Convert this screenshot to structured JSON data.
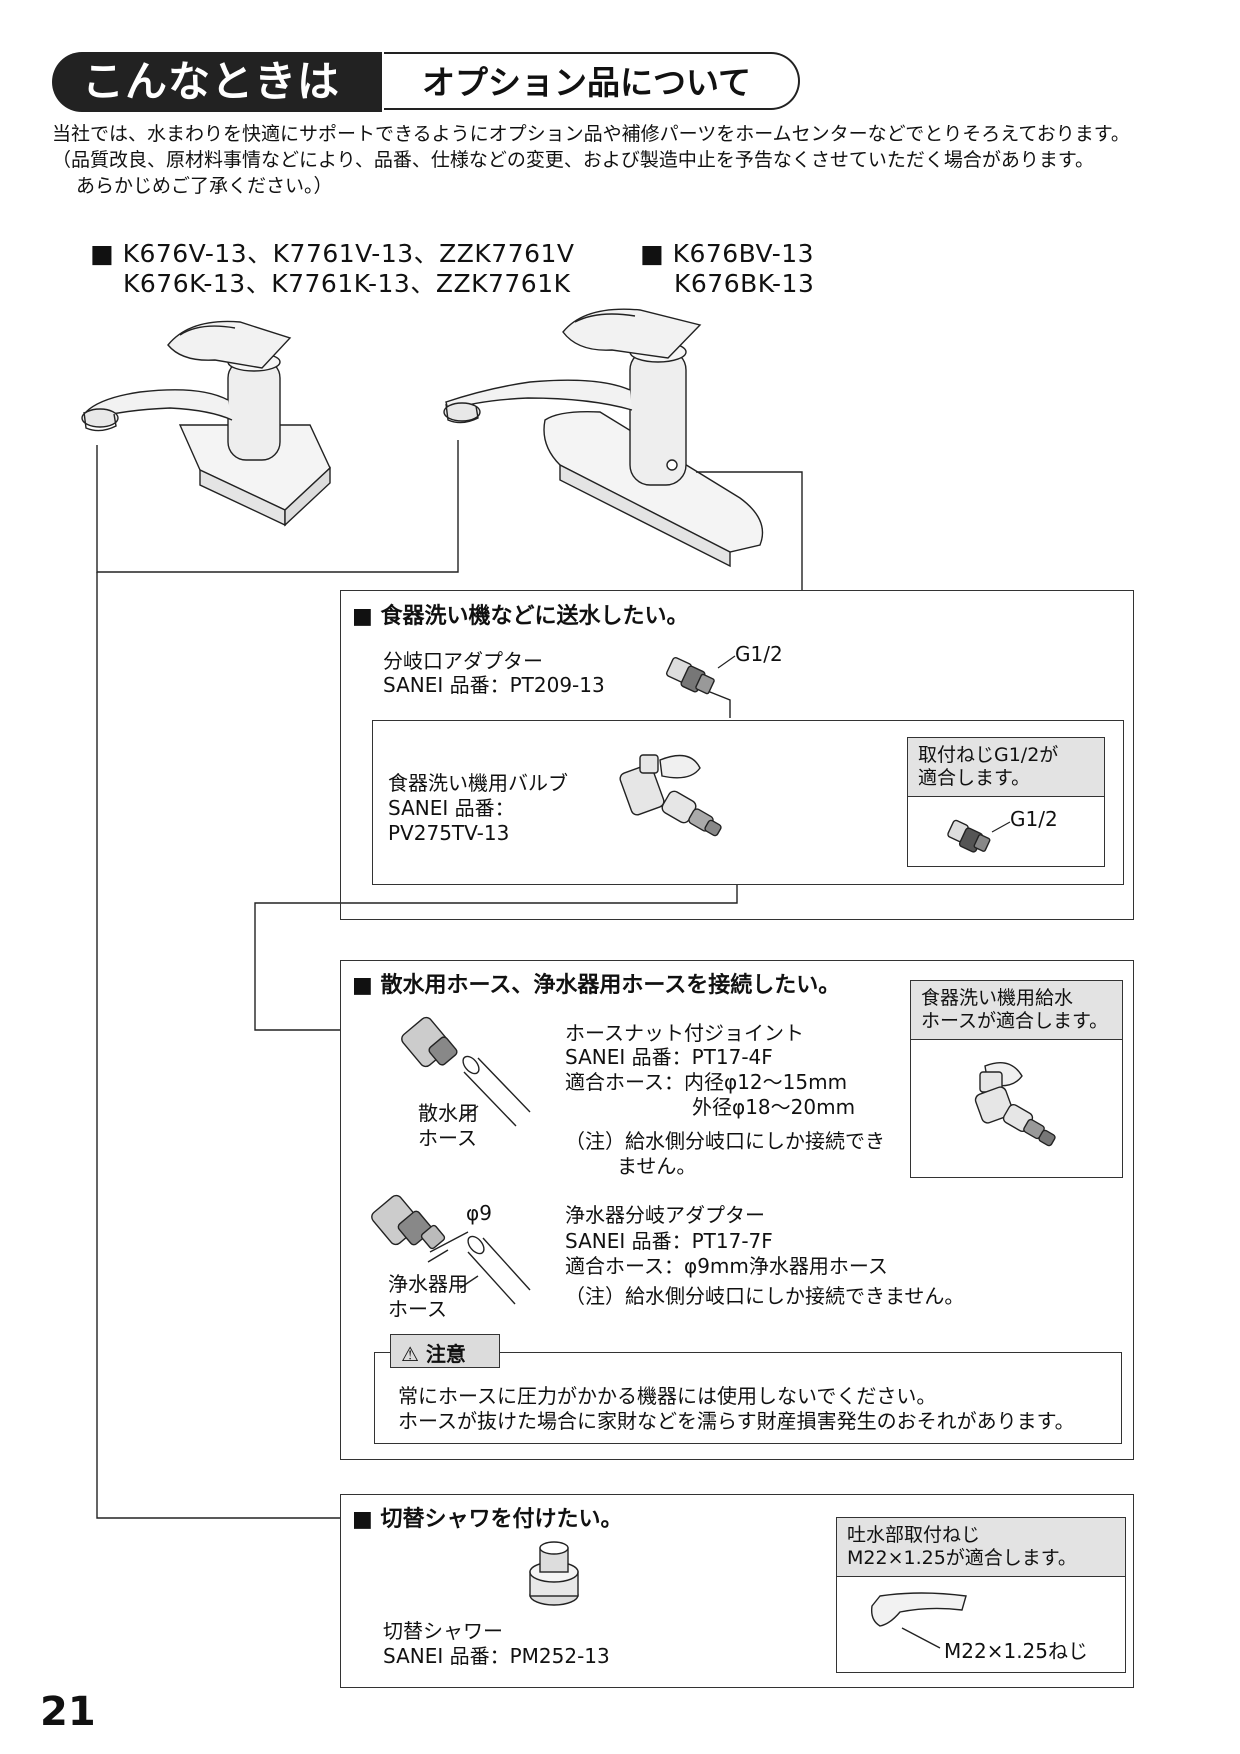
{
  "header": {
    "title_left": "こんなときは",
    "title_right": "オプション品について"
  },
  "intro": {
    "line1": "当社では、水まわりを快適にサポートできるようにオプション品や補修パーツをホームセンターなどでとりそろえております。",
    "line2": "（品質改良、原材料事情などにより、品番、仕様などの変更、および製造中止を予告なくさせていただく場合があります。",
    "line3": "あらかじめご了承ください。）"
  },
  "models": {
    "group1_line1": "■ K676V-13、K7761V-13、ZZK7761V",
    "group1_line2": "K676K-13、K7761K-13、ZZK7761K",
    "group2_line1": "■ K676BV-13",
    "group2_line2": "K676BK-13"
  },
  "section1": {
    "title": "■ 食器洗い機などに送水したい。",
    "adapter_name": "分岐口アダプター",
    "adapter_part": "SANEI 品番：PT209-13",
    "adapter_thread": "G1/2",
    "valve_name": "食器洗い機用バルブ",
    "valve_part_label": "SANEI 品番：",
    "valve_part": "PV275TV-13",
    "note_line1": "取付ねじG1/2が",
    "note_line2": "適合します。",
    "note_thread": "G1/2"
  },
  "section2": {
    "title": "■ 散水用ホース、浄水器用ホースを接続したい。",
    "joint_name": "ホースナット付ジョイント",
    "joint_part": "SANEI 品番：PT17-4F",
    "joint_hose_inner": "適合ホース：内径φ12～15mm",
    "joint_hose_outer": "外径φ18～20mm",
    "joint_note1": "（注）給水側分岐口にしか接続でき",
    "joint_note2": "ません。",
    "sprinkler_hose_1": "散水用",
    "sprinkler_hose_2": "ホース",
    "purifier_name": "浄水器分岐アダプター",
    "purifier_part": "SANEI 品番：PT17-7F",
    "purifier_hose": "適合ホース：φ9mm浄水器用ホース",
    "purifier_note": "（注）給水側分岐口にしか接続できません。",
    "phi9": "φ9",
    "purifier_hose_1": "浄水器用",
    "purifier_hose_2": "ホース",
    "side_note1": "食器洗い機用給水",
    "side_note2": "ホースが適合します。",
    "caution_label": "注意",
    "caution_line1": "常にホースに圧力がかかる機器には使用しないでください。",
    "caution_line2": "ホースが抜けた場合に家財などを濡らす財産損害発生のおそれがあります。"
  },
  "section3": {
    "title": "■ 切替シャワを付けたい。",
    "shower_name": "切替シャワー",
    "shower_part": "SANEI 品番：PM252-13",
    "note_line1": "吐水部取付ねじ",
    "note_line2": "M22×1.25が適合します。",
    "thread_label": "M22×1.25ねじ"
  },
  "page_number": "21"
}
